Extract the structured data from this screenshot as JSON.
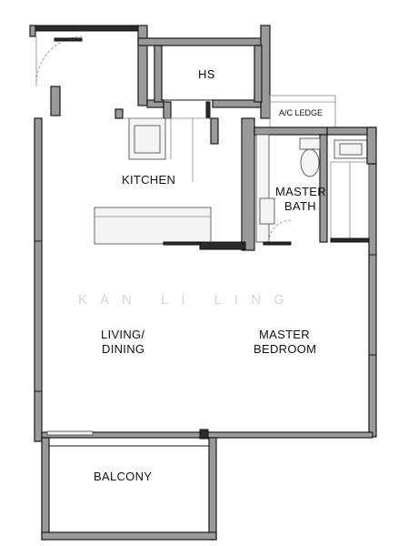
{
  "rooms": {
    "hs": "HS",
    "ac_ledge": "A/C LEDGE",
    "kitchen": "KITCHEN",
    "master_bath_line1": "MASTER",
    "master_bath_line2": "BATH",
    "living_line1": "LIVING/",
    "living_line2": "DINING",
    "master_bedroom_line1": "MASTER",
    "master_bedroom_line2": "BEDROOM",
    "balcony": "BALCONY"
  },
  "watermark": "KAN LI LING"
}
